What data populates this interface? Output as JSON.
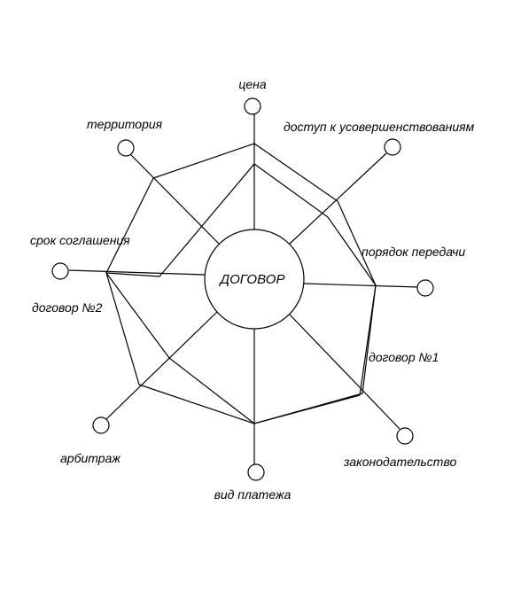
{
  "center": {
    "label": "ДОГОВОР"
  },
  "spokes": [
    {
      "id": "cena",
      "label": "цена"
    },
    {
      "id": "dostup",
      "label": "доступ к усовершенствованиям"
    },
    {
      "id": "poryadok",
      "label": "порядок передачи"
    },
    {
      "id": "zakonodatelstvo",
      "label": "законодательство"
    },
    {
      "id": "vid-platezha",
      "label": "вид  платежа"
    },
    {
      "id": "arbitrazh",
      "label": "арбитраж"
    },
    {
      "id": "srok",
      "label": "срок соглашения"
    },
    {
      "id": "territoriya",
      "label": "территория"
    }
  ],
  "contracts": [
    {
      "id": "dogovor-1",
      "label": "договор №1"
    },
    {
      "id": "dogovor-2",
      "label": "договор №2"
    }
  ],
  "colors": {
    "stroke": "#000000",
    "background": "#ffffff"
  }
}
